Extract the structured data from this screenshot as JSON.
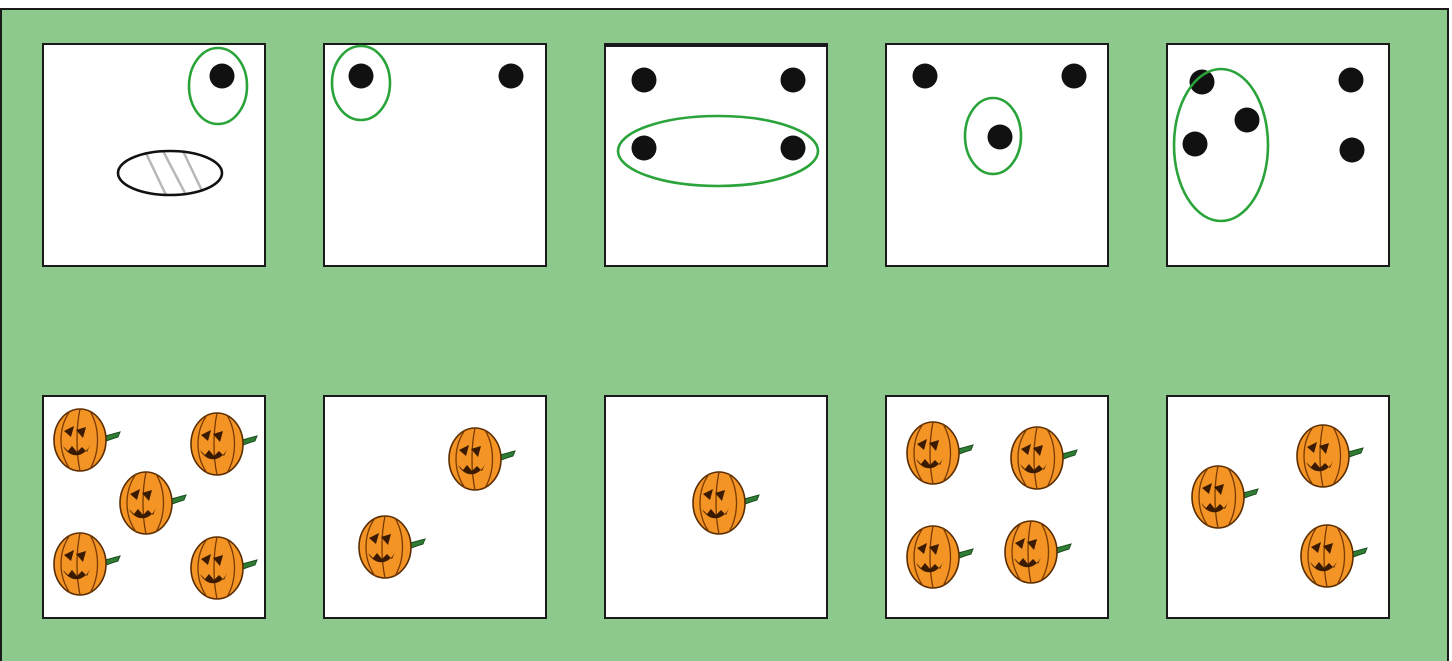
{
  "colors": {
    "background": "#8dc98c",
    "card": "#ffffff",
    "border": "#1a1a1a",
    "dot": "#111111",
    "circle": "#2aa43a",
    "pumpkin": "#f39425",
    "pumpkin_stem": "#2e7d32"
  },
  "top_row": [
    {
      "dots": 1,
      "circled": 1,
      "has_hatched_oval": true
    },
    {
      "dots": 2,
      "circled": 1
    },
    {
      "dots": 4,
      "circled": 2
    },
    {
      "dots": 3,
      "circled": 1
    },
    {
      "dots": 5,
      "circled": 3
    }
  ],
  "bottom_row": [
    {
      "pumpkins": 5
    },
    {
      "pumpkins": 2
    },
    {
      "pumpkins": 1
    },
    {
      "pumpkins": 4
    },
    {
      "pumpkins": 3
    }
  ]
}
